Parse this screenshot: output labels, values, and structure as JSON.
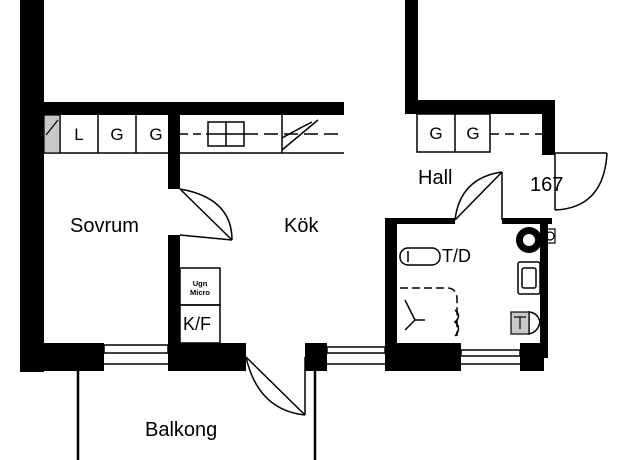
{
  "rooms": {
    "sovrum": "Sovrum",
    "kok": "Kök",
    "hall": "Hall",
    "balkong": "Balkong",
    "apartment_number": "167"
  },
  "kitchen_cabinets": [
    "L",
    "G",
    "G"
  ],
  "hall_cabinets": [
    "G",
    "G"
  ],
  "appliances": {
    "oven_micro": [
      "Ugn",
      "Micro"
    ],
    "fridge_freezer": "K/F",
    "washer_dryer": "T/D"
  },
  "colors": {
    "wall": "#000000",
    "background": "#ffffff",
    "cabinet_tint": "#c8c8c8"
  }
}
